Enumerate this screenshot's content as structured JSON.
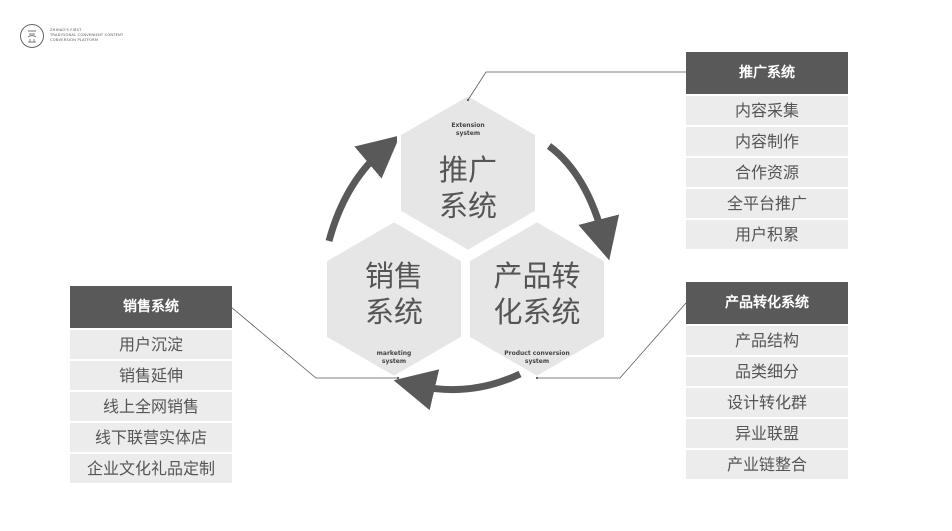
{
  "logo": {
    "lines": [
      "ZHIHAO'S FIRST",
      "TRADITIONAL CONVENIENT CONTENT",
      "CONVERSION PLATFORM"
    ]
  },
  "hexagons": {
    "top": {
      "label_lines": [
        "推广",
        "系统"
      ],
      "subtitle_lines": [
        "Extension",
        "system"
      ]
    },
    "left": {
      "label_lines": [
        "销售",
        "系统"
      ],
      "subtitle_lines": [
        "marketing",
        "system"
      ]
    },
    "right": {
      "label_lines": [
        "产品转",
        "化系统"
      ],
      "subtitle_lines": [
        "Product conversion",
        "system"
      ]
    }
  },
  "panels": {
    "promotion": {
      "title": "推广系统",
      "items": [
        "内容采集",
        "内容制作",
        "合作资源",
        "全平台推广",
        "用户积累"
      ]
    },
    "sales": {
      "title": "销售系统",
      "items": [
        "用户沉淀",
        "销售延伸",
        "线上全网销售",
        "线下联营实体店",
        "企业文化礼品定制"
      ]
    },
    "product": {
      "title": "产品转化系统",
      "items": [
        "产品结构",
        "品类细分",
        "设计转化群",
        "异业联盟",
        "产业链整合"
      ]
    }
  },
  "colors": {
    "header_bg": "#595959",
    "item_bg": "#ececec",
    "hex_fill": "#e6e6e6",
    "arrow": "#595959"
  }
}
